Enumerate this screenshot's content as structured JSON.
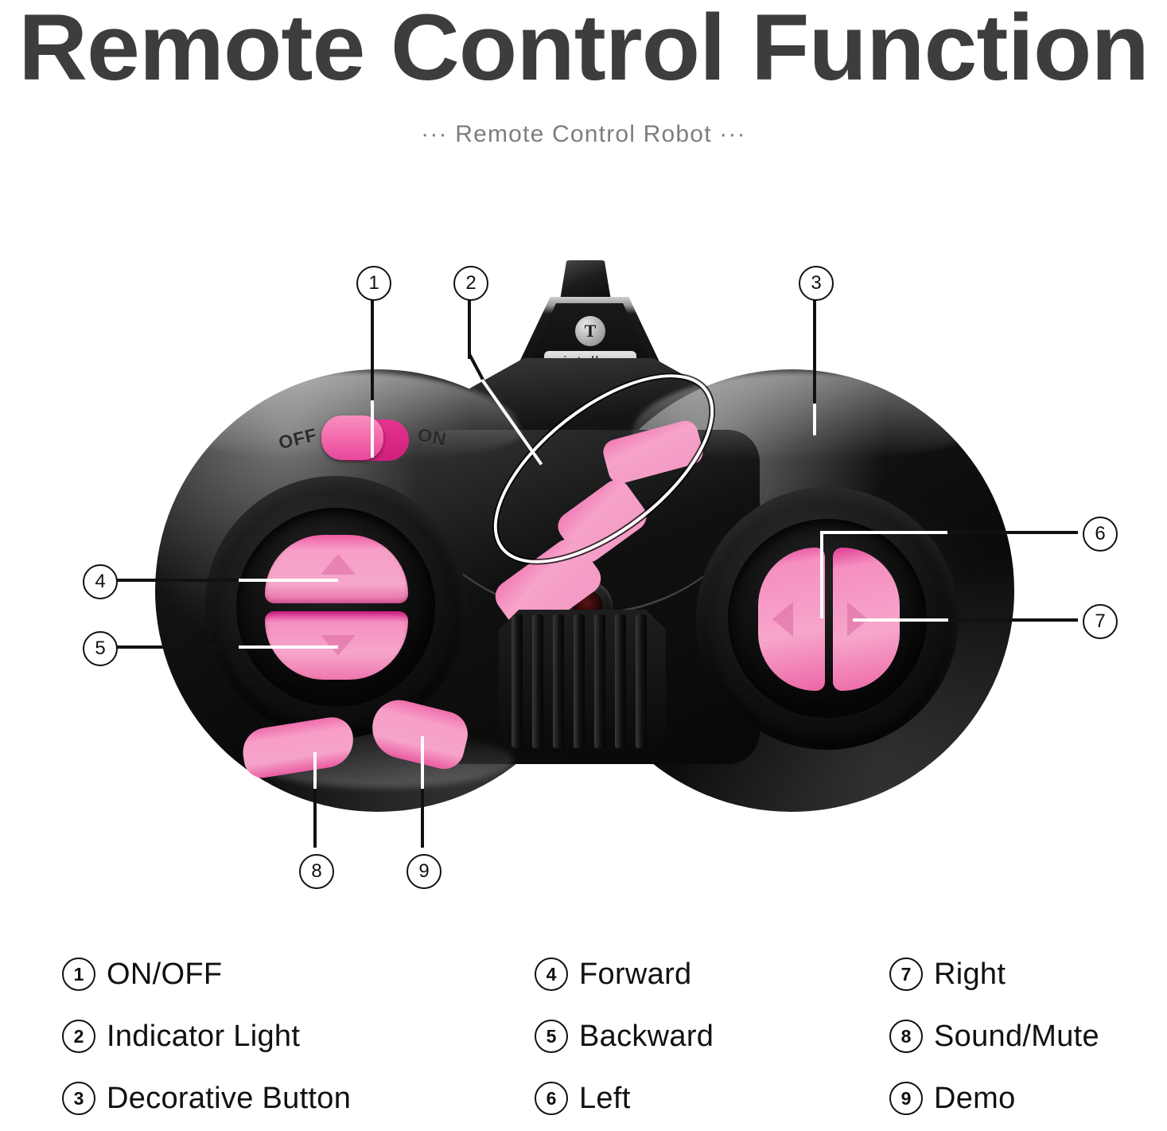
{
  "header": {
    "title": "Remote Control Function",
    "subtitle": "··· Remote Control Robot ···"
  },
  "device": {
    "brand": "intellec",
    "brand_mark": "T",
    "switch_off_label": "OFF",
    "switch_on_label": "ON"
  },
  "callouts": [
    {
      "num": "1",
      "target": "on-off-switch"
    },
    {
      "num": "2",
      "target": "indicator-light"
    },
    {
      "num": "3",
      "target": "decorative-buttons"
    },
    {
      "num": "4",
      "target": "forward-button"
    },
    {
      "num": "5",
      "target": "backward-button"
    },
    {
      "num": "6",
      "target": "left-button"
    },
    {
      "num": "7",
      "target": "right-button"
    },
    {
      "num": "8",
      "target": "sound-mute-button"
    },
    {
      "num": "9",
      "target": "demo-button"
    }
  ],
  "legend": {
    "columns": [
      [
        {
          "num": "1",
          "label": "ON/OFF"
        },
        {
          "num": "2",
          "label": "Indicator Light"
        },
        {
          "num": "3",
          "label": "Decorative Button"
        }
      ],
      [
        {
          "num": "4",
          "label": "Forward"
        },
        {
          "num": "5",
          "label": "Backward"
        },
        {
          "num": "6",
          "label": "Left"
        }
      ],
      [
        {
          "num": "7",
          "label": "Right"
        },
        {
          "num": "8",
          "label": "Sound/Mute"
        },
        {
          "num": "9",
          "label": "Demo"
        }
      ]
    ]
  },
  "colors": {
    "title": "#3d3d3d",
    "subtitle": "#7d7d7d",
    "button_pink": "#f6a3c9",
    "button_pink_dark": "#e0208a",
    "body_black": "#0a0a0a",
    "background": "#ffffff"
  }
}
